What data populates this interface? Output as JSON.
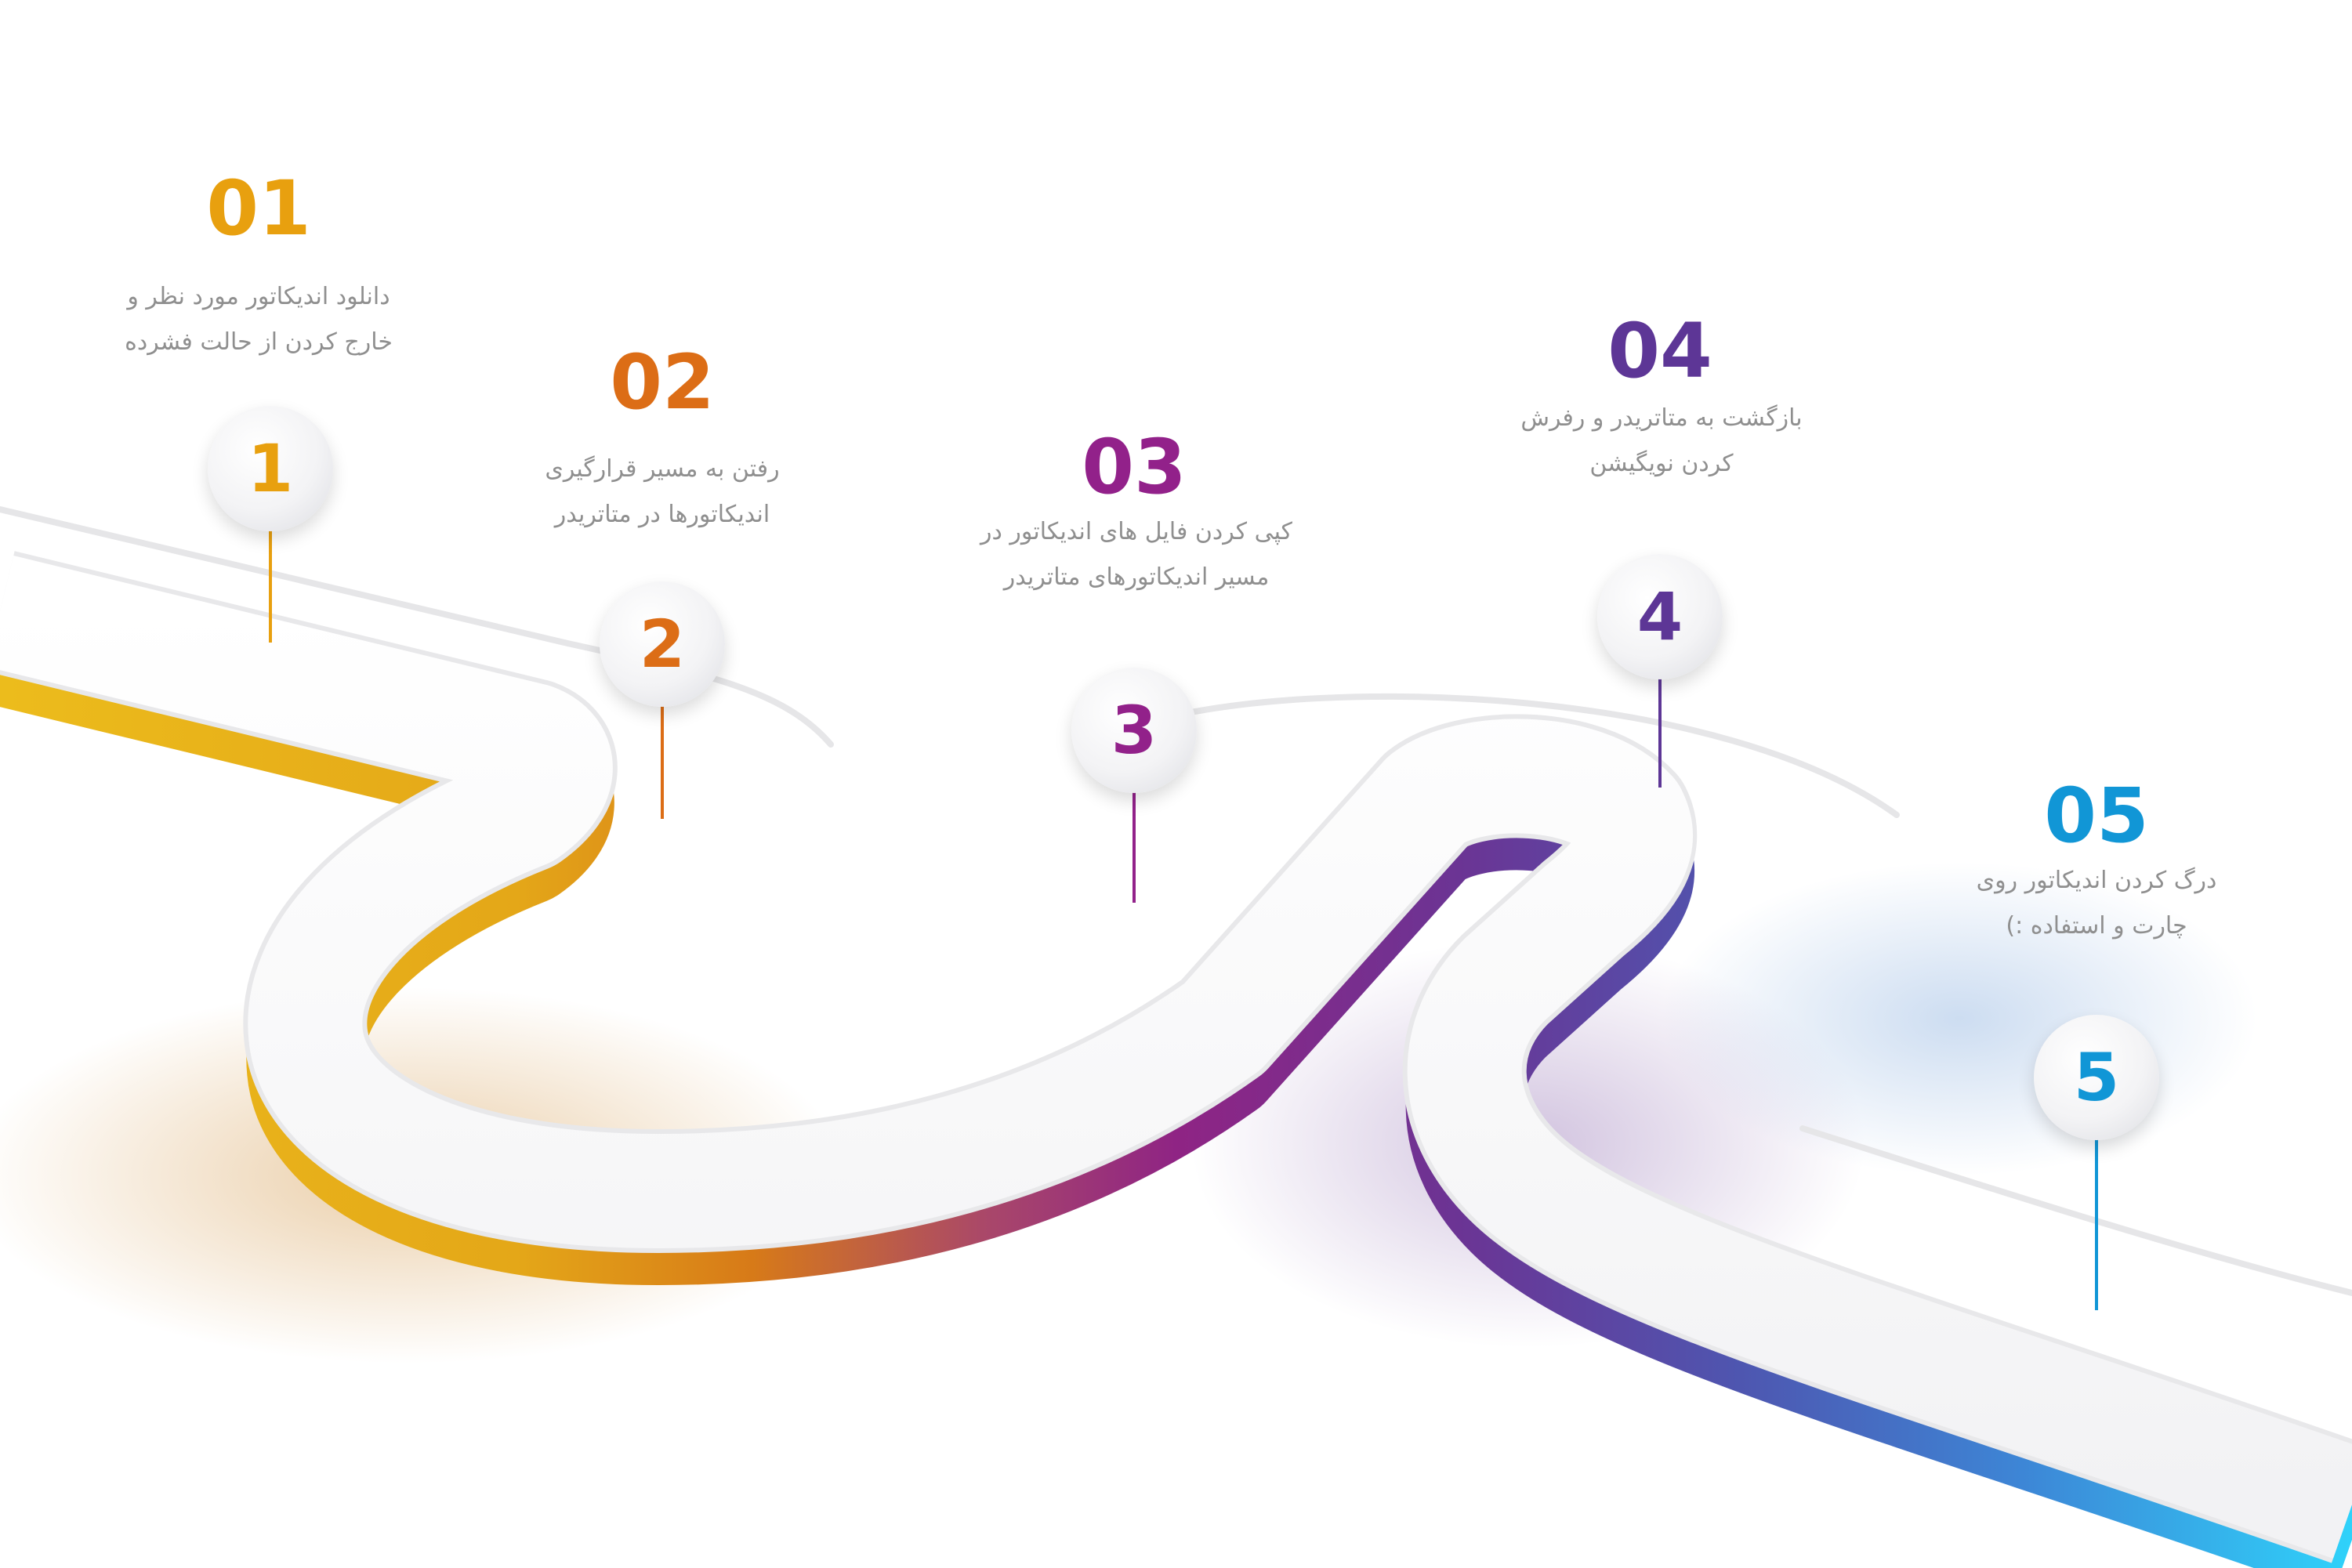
{
  "steps": [
    {
      "big": "01",
      "circle": "1",
      "color": "#e8a00f",
      "lines": [
        "دانلود اندیکاتور مورد نظر و",
        "خارج کردن از حالت فشرده"
      ]
    },
    {
      "big": "02",
      "circle": "2",
      "color": "#dc6d16",
      "lines": [
        "رفتن به مسیر قرارگیری",
        "اندیکاتورها در متاتریدر"
      ]
    },
    {
      "big": "03",
      "circle": "3",
      "color": "#92218a",
      "lines": [
        "کپی کردن فایل های اندیکاتور در",
        "مسیر اندیکاتورهای متاتریدر"
      ]
    },
    {
      "big": "04",
      "circle": "4",
      "color": "#5d3696",
      "lines": [
        "بازگشت به متاتریدر و رفرش",
        "کردن نویگیشن"
      ]
    },
    {
      "big": "05",
      "circle": "5",
      "color": "#1196d6",
      "lines": [
        "درگ کردن اندیکاتور روی",
        "چارت و استفاده :)"
      ]
    }
  ]
}
